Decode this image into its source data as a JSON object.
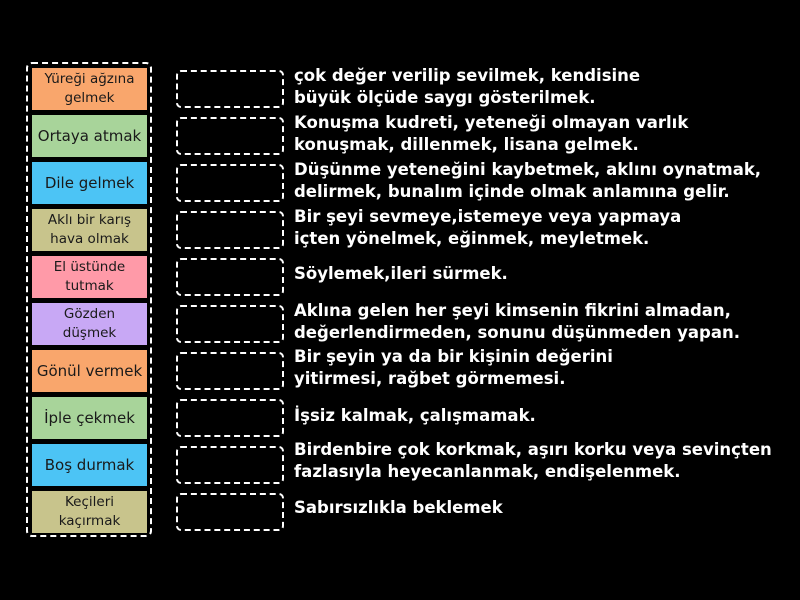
{
  "colors": {
    "background": "#000000",
    "orange": "#f9a66c",
    "green": "#a8d49a",
    "blue": "#4cc4f5",
    "olive": "#c8c48c",
    "pink": "#ff9aa8",
    "purple": "#c8a8f5"
  },
  "tiles": [
    {
      "label": "Yüreği ağzına\ngelmek",
      "color": "#f9a66c"
    },
    {
      "label": "Ortaya atmak",
      "color": "#a8d49a"
    },
    {
      "label": "Dile gelmek",
      "color": "#4cc4f5"
    },
    {
      "label": "Aklı bir karış\nhava olmak",
      "color": "#c8c48c"
    },
    {
      "label": "El üstünde\ntutmak",
      "color": "#ff9aa8"
    },
    {
      "label": "Gözden\ndüşmek",
      "color": "#c8a8f5"
    },
    {
      "label": "Gönül vermek",
      "color": "#f9a66c"
    },
    {
      "label": "İple çekmek",
      "color": "#a8d49a"
    },
    {
      "label": "Boş durmak",
      "color": "#4cc4f5"
    },
    {
      "label": "Keçileri\nkaçırmak",
      "color": "#c8c48c"
    }
  ],
  "definitions": [
    "çok değer verilip sevilmek, kendisine\nbüyük ölçüde saygı gösterilmek.",
    "Konuşma kudreti, yeteneği olmayan varlık\nkonuşmak, dillenmek, lisana gelmek.",
    "Düşünme yeteneğini kaybetmek, aklını oynatmak,\ndelirmek, bunalım içinde olmak anlamına gelir.",
    "Bir şeyi sevmeye,istemeye veya yapmaya\niçten yönelmek, eğinmek, meyletmek.",
    "Söylemek,ileri sürmek.",
    "Aklına gelen her şeyi kimsenin fikrini almadan,\ndeğerlendirmeden, sonunu düşünmeden yapan.",
    "Bir şeyin ya da bir kişinin değerini\nyitirmesi, rağbet görmemesi.",
    "İşsiz kalmak, çalışmamak.",
    "Birdenbire çok korkmak, aşırı korku veya sevinçten\nfazlasıyla heyecanlanmak, endişelenmek.",
    "Sabırsızlıkla beklemek"
  ]
}
